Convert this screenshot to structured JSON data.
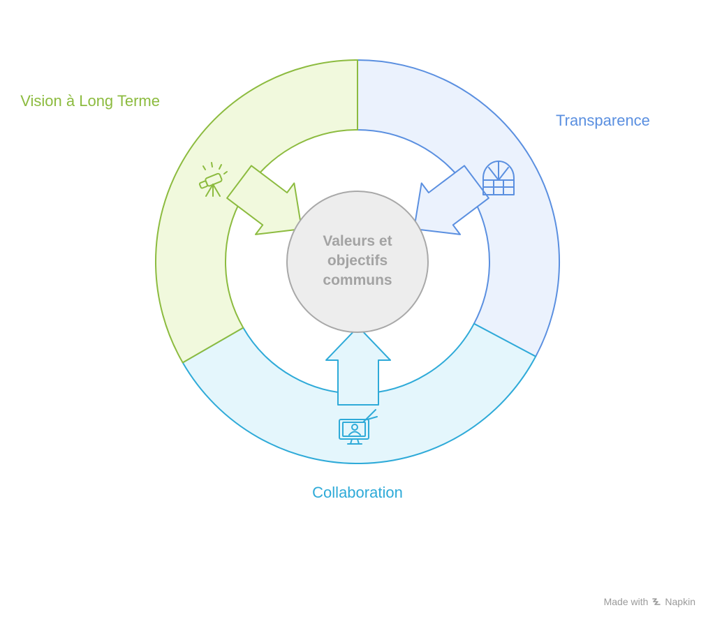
{
  "diagram": {
    "center": {
      "lines": [
        "Valeurs et",
        "objectifs",
        "communs"
      ],
      "color": "#a3a3a3",
      "fill": "#ededed"
    },
    "segments": [
      {
        "key": "vision",
        "label": "Vision à Long Terme",
        "icon": "telescope-icon",
        "stroke": "#8cbb3f",
        "fill": "#f1f9dd"
      },
      {
        "key": "transparence",
        "label": "Transparence",
        "icon": "window-icon",
        "stroke": "#5a8fe0",
        "fill": "#ebf2fd"
      },
      {
        "key": "collaboration",
        "label": "Collaboration",
        "icon": "presentation-screen-icon",
        "stroke": "#2eaad8",
        "fill": "#e4f6fc"
      }
    ]
  },
  "footer": {
    "text": "Made with",
    "brand": "Napkin"
  }
}
